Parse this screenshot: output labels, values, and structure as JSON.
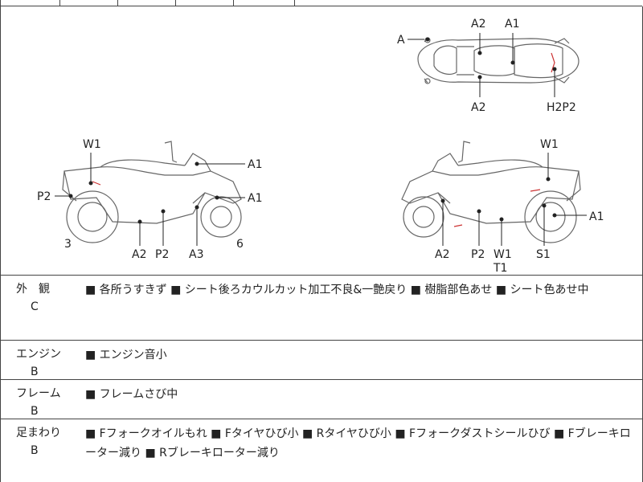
{
  "diagram_labels": {
    "top": {
      "A": "A",
      "A2a": "A2",
      "A1": "A1",
      "A2b": "A2",
      "H2P2": "H2P2"
    },
    "left": {
      "W1": "W1",
      "A1a": "A1",
      "P2": "P2",
      "A1b": "A1",
      "n3": "3",
      "A2": "A2",
      "P2b": "P2",
      "A3": "A3",
      "n6": "6"
    },
    "right": {
      "W1": "W1",
      "A1": "A1",
      "A2": "A2",
      "P2": "P2",
      "W1b": "W1",
      "T1": "T1",
      "S1": "S1"
    }
  },
  "sections": [
    {
      "category": "外　観",
      "grade": "C",
      "description": "■ 各所うすきず ■ シート後ろカウルカット加工不良&一艶戻り ■ 樹脂部色あせ ■ シート色あせ中"
    },
    {
      "category": "エンジン",
      "grade": "B",
      "description": "■ エンジン音小"
    },
    {
      "category": "フレーム",
      "grade": "B",
      "description": "■ フレームさび中"
    },
    {
      "category": "足まわり",
      "grade": "B",
      "description": "■ Fフォークオイルもれ ■ Fタイヤひび小 ■ Rタイヤひび小 ■ Fフォークダストシールひび ■ Fブレーキローター減り ■ Rブレーキローター減り"
    }
  ]
}
